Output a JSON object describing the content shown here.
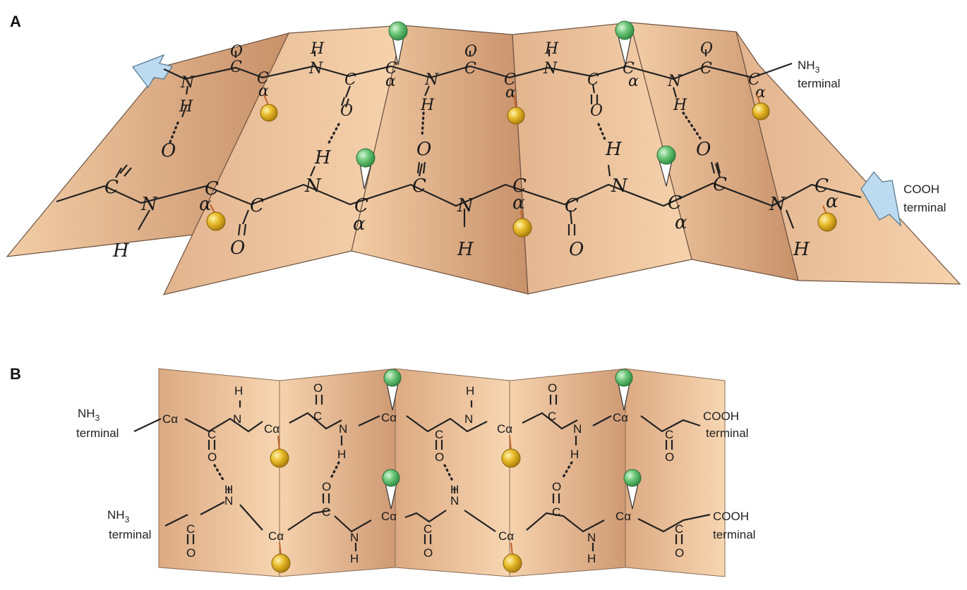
{
  "panels": {
    "a": {
      "label": "A",
      "nh3_terminal": {
        "top": "NH",
        "sub": "3",
        "bottom": "terminal"
      },
      "cooh_terminal": {
        "top": "COOH",
        "bottom": "terminal"
      },
      "atoms": {
        "c": "C",
        "n": "N",
        "h": "H",
        "o": "O",
        "alpha": "α"
      }
    },
    "b": {
      "label": "B",
      "nh3_terminal": {
        "top": "NH",
        "sub": "3",
        "bottom": "terminal"
      },
      "cooh_terminal": {
        "top": "COOH",
        "bottom": "terminal"
      },
      "atoms": {
        "c": "C",
        "ca": "Cα",
        "n": "N",
        "h": "H",
        "o": "O"
      }
    }
  },
  "colors": {
    "sheet_light": "#f6d3ad",
    "sheet_dark": "#c8916a",
    "sheet_edge": "#6e5240",
    "side_chain_green": "#4fb261",
    "side_chain_yellow": "#e0b21c",
    "arrow": "#bcdaf0"
  },
  "icons": {
    "direction_arrow": "arrow-icon",
    "side_chain_up": "green-sphere-icon",
    "side_chain_down": "yellow-sphere-icon"
  }
}
